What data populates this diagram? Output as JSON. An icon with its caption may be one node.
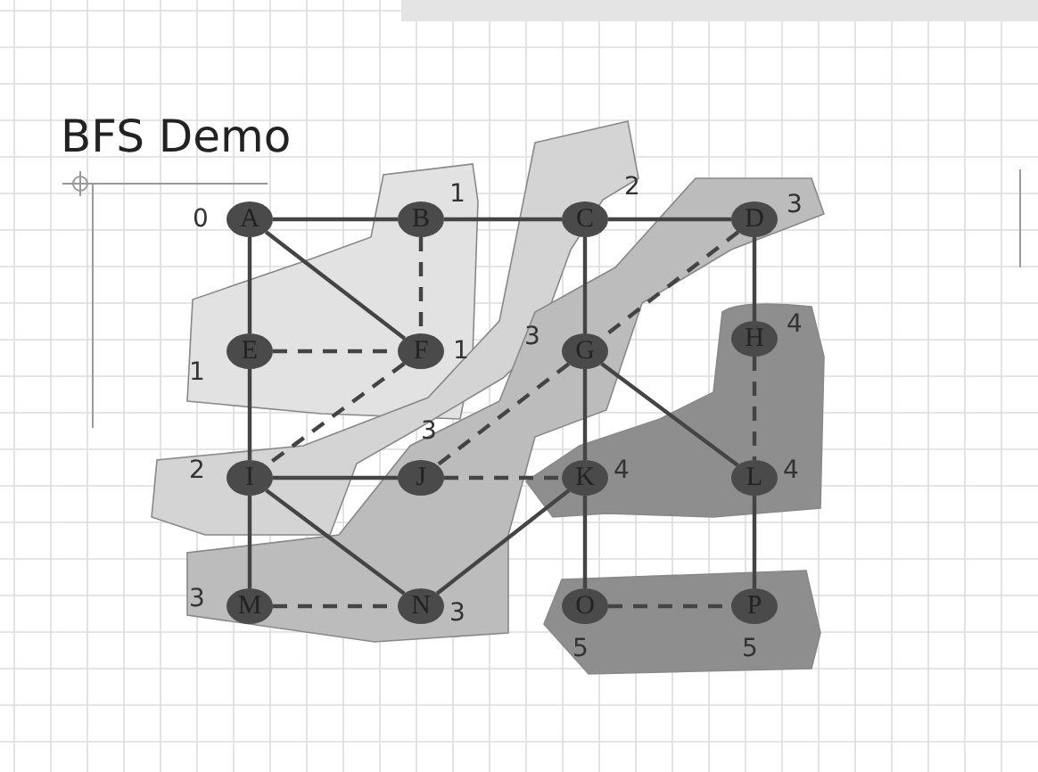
{
  "diagram": {
    "title": "BFS Demo",
    "nodes": [
      {
        "text": [
          "A"
        ],
        "beside": [
          "0"
        ]
      },
      {
        "text": [
          "B"
        ],
        "beside": [
          "1"
        ]
      },
      {
        "text": [
          "C"
        ],
        "beside": [
          "2"
        ]
      },
      {
        "text": [
          "D"
        ],
        "beside": [
          "3"
        ]
      },
      {
        "text": [
          "E"
        ],
        "beside": [
          "1"
        ]
      },
      {
        "text": [
          "F"
        ],
        "beside": [
          "1"
        ]
      },
      {
        "text": [
          "G"
        ],
        "beside": [
          "3"
        ]
      },
      {
        "text": [
          "H"
        ],
        "beside": [
          "4"
        ]
      },
      {
        "text": [
          "I"
        ],
        "beside": [
          "2"
        ]
      },
      {
        "text": [
          "J"
        ],
        "beside": [
          "3"
        ]
      },
      {
        "text": [
          "K"
        ],
        "beside": [
          "4"
        ]
      },
      {
        "text": [
          "L"
        ],
        "beside": [
          "4"
        ]
      },
      {
        "text": [
          "M"
        ],
        "beside": [
          "3"
        ]
      },
      {
        "text": [
          "N"
        ],
        "beside": [
          "3"
        ]
      },
      {
        "text": [
          "O"
        ],
        "beside": [
          "5"
        ]
      },
      {
        "text": [
          "P"
        ],
        "beside": [
          "5"
        ]
      }
    ],
    "edges": [
      {
        "from": 0,
        "to": 1,
        "arrow": "none"
      },
      {
        "from": 1,
        "to": 2,
        "arrow": "none"
      },
      {
        "from": 2,
        "to": 3,
        "arrow": "none"
      },
      {
        "from": 0,
        "to": 4,
        "arrow": "none"
      },
      {
        "from": 0,
        "to": 5,
        "arrow": "none"
      },
      {
        "from": 1,
        "to": 5,
        "arrow": "none",
        "style": "dashed"
      },
      {
        "from": 4,
        "to": 5,
        "arrow": "none",
        "style": "dashed"
      },
      {
        "from": 2,
        "to": 6,
        "arrow": "none"
      },
      {
        "from": 3,
        "to": 7,
        "arrow": "none"
      },
      {
        "from": 3,
        "to": 6,
        "arrow": "none",
        "style": "dashed"
      },
      {
        "from": 5,
        "to": 8,
        "arrow": "none",
        "style": "dashed"
      },
      {
        "from": 4,
        "to": 8,
        "arrow": "none"
      },
      {
        "from": 6,
        "to": 9,
        "arrow": "none",
        "style": "dashed"
      },
      {
        "from": 6,
        "to": 10,
        "arrow": "none"
      },
      {
        "from": 6,
        "to": 11,
        "arrow": "none"
      },
      {
        "from": 7,
        "to": 11,
        "arrow": "none",
        "style": "dashed"
      },
      {
        "from": 8,
        "to": 9,
        "arrow": "none"
      },
      {
        "from": 9,
        "to": 10,
        "arrow": "none",
        "style": "dashed"
      },
      {
        "from": 8,
        "to": 12,
        "arrow": "none"
      },
      {
        "from": 8,
        "to": 13,
        "arrow": "none"
      },
      {
        "from": 13,
        "to": 10,
        "arrow": "none"
      },
      {
        "from": 12,
        "to": 13,
        "arrow": "none",
        "style": "dashed"
      },
      {
        "from": 10,
        "to": 14,
        "arrow": "none"
      },
      {
        "from": 11,
        "to": 15,
        "arrow": "none"
      },
      {
        "from": 14,
        "to": 15,
        "arrow": "none",
        "style": "dashed"
      }
    ]
  }
}
